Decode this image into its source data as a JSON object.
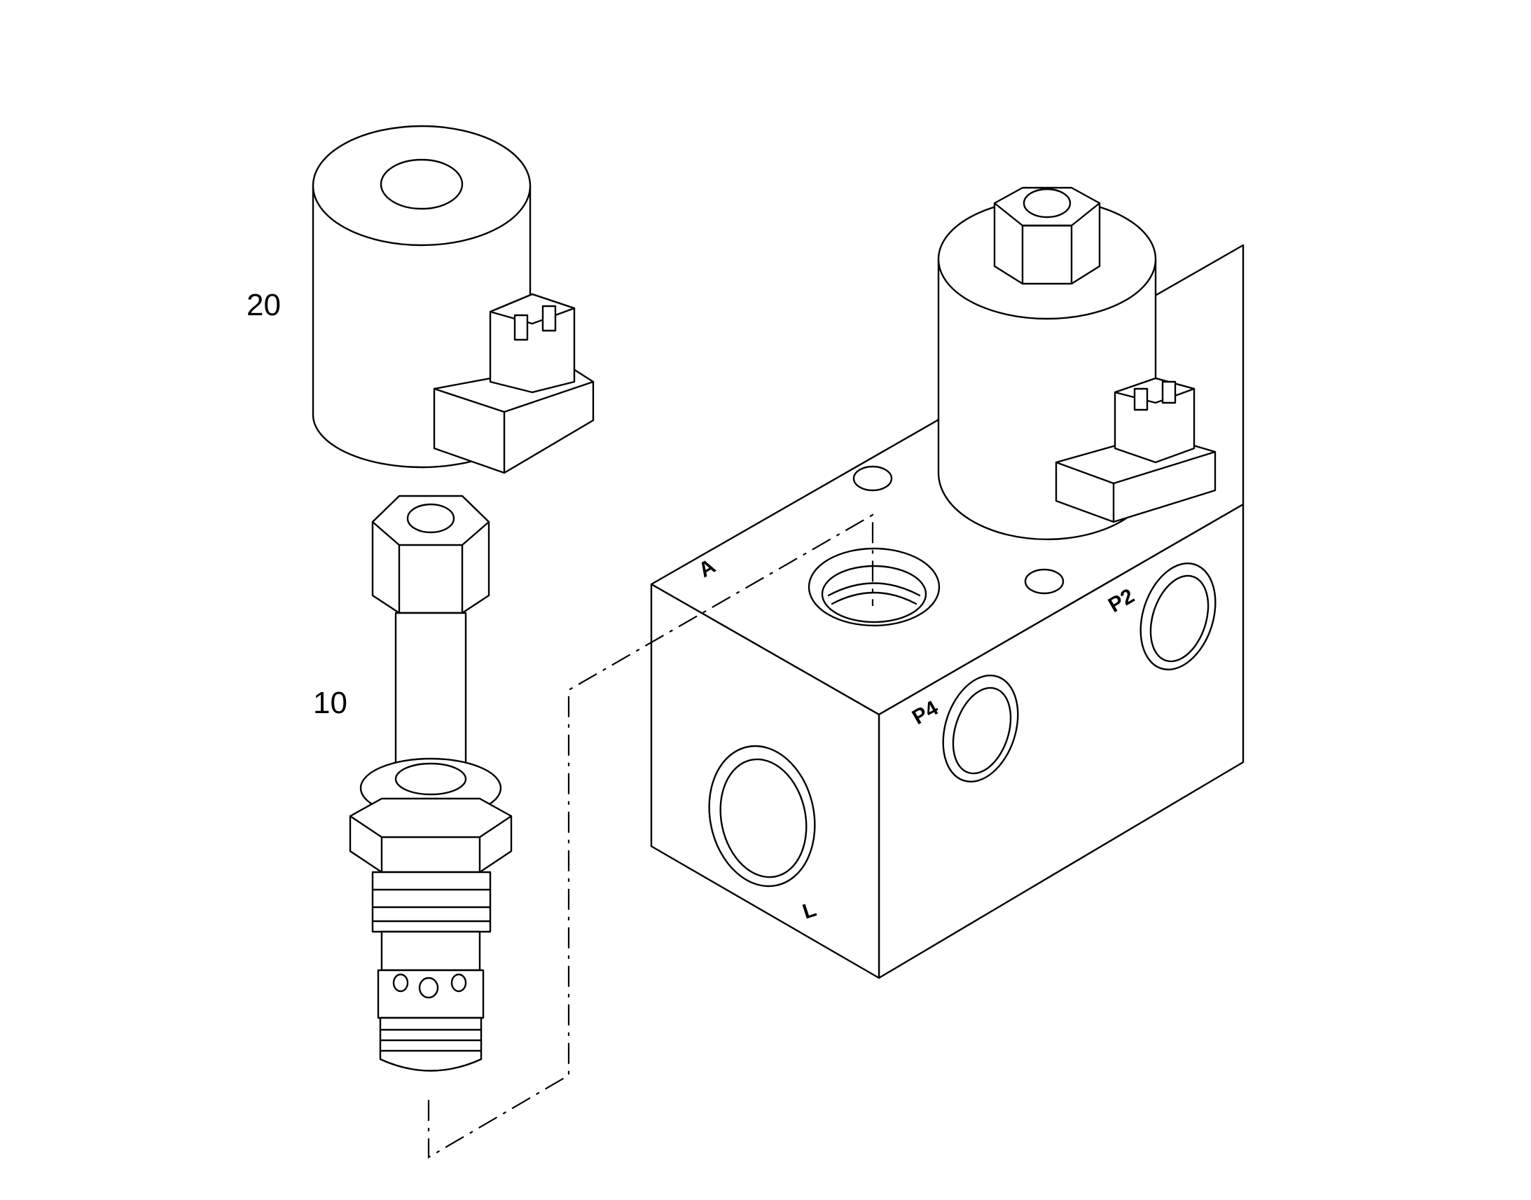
{
  "callouts": [
    {
      "id": "coil",
      "label": "20"
    },
    {
      "id": "cartridge",
      "label": "10"
    }
  ],
  "ports": [
    {
      "id": "a",
      "label": "A"
    },
    {
      "id": "l",
      "label": "L"
    },
    {
      "id": "p4",
      "label": "P4"
    },
    {
      "id": "p2",
      "label": "P2"
    }
  ]
}
